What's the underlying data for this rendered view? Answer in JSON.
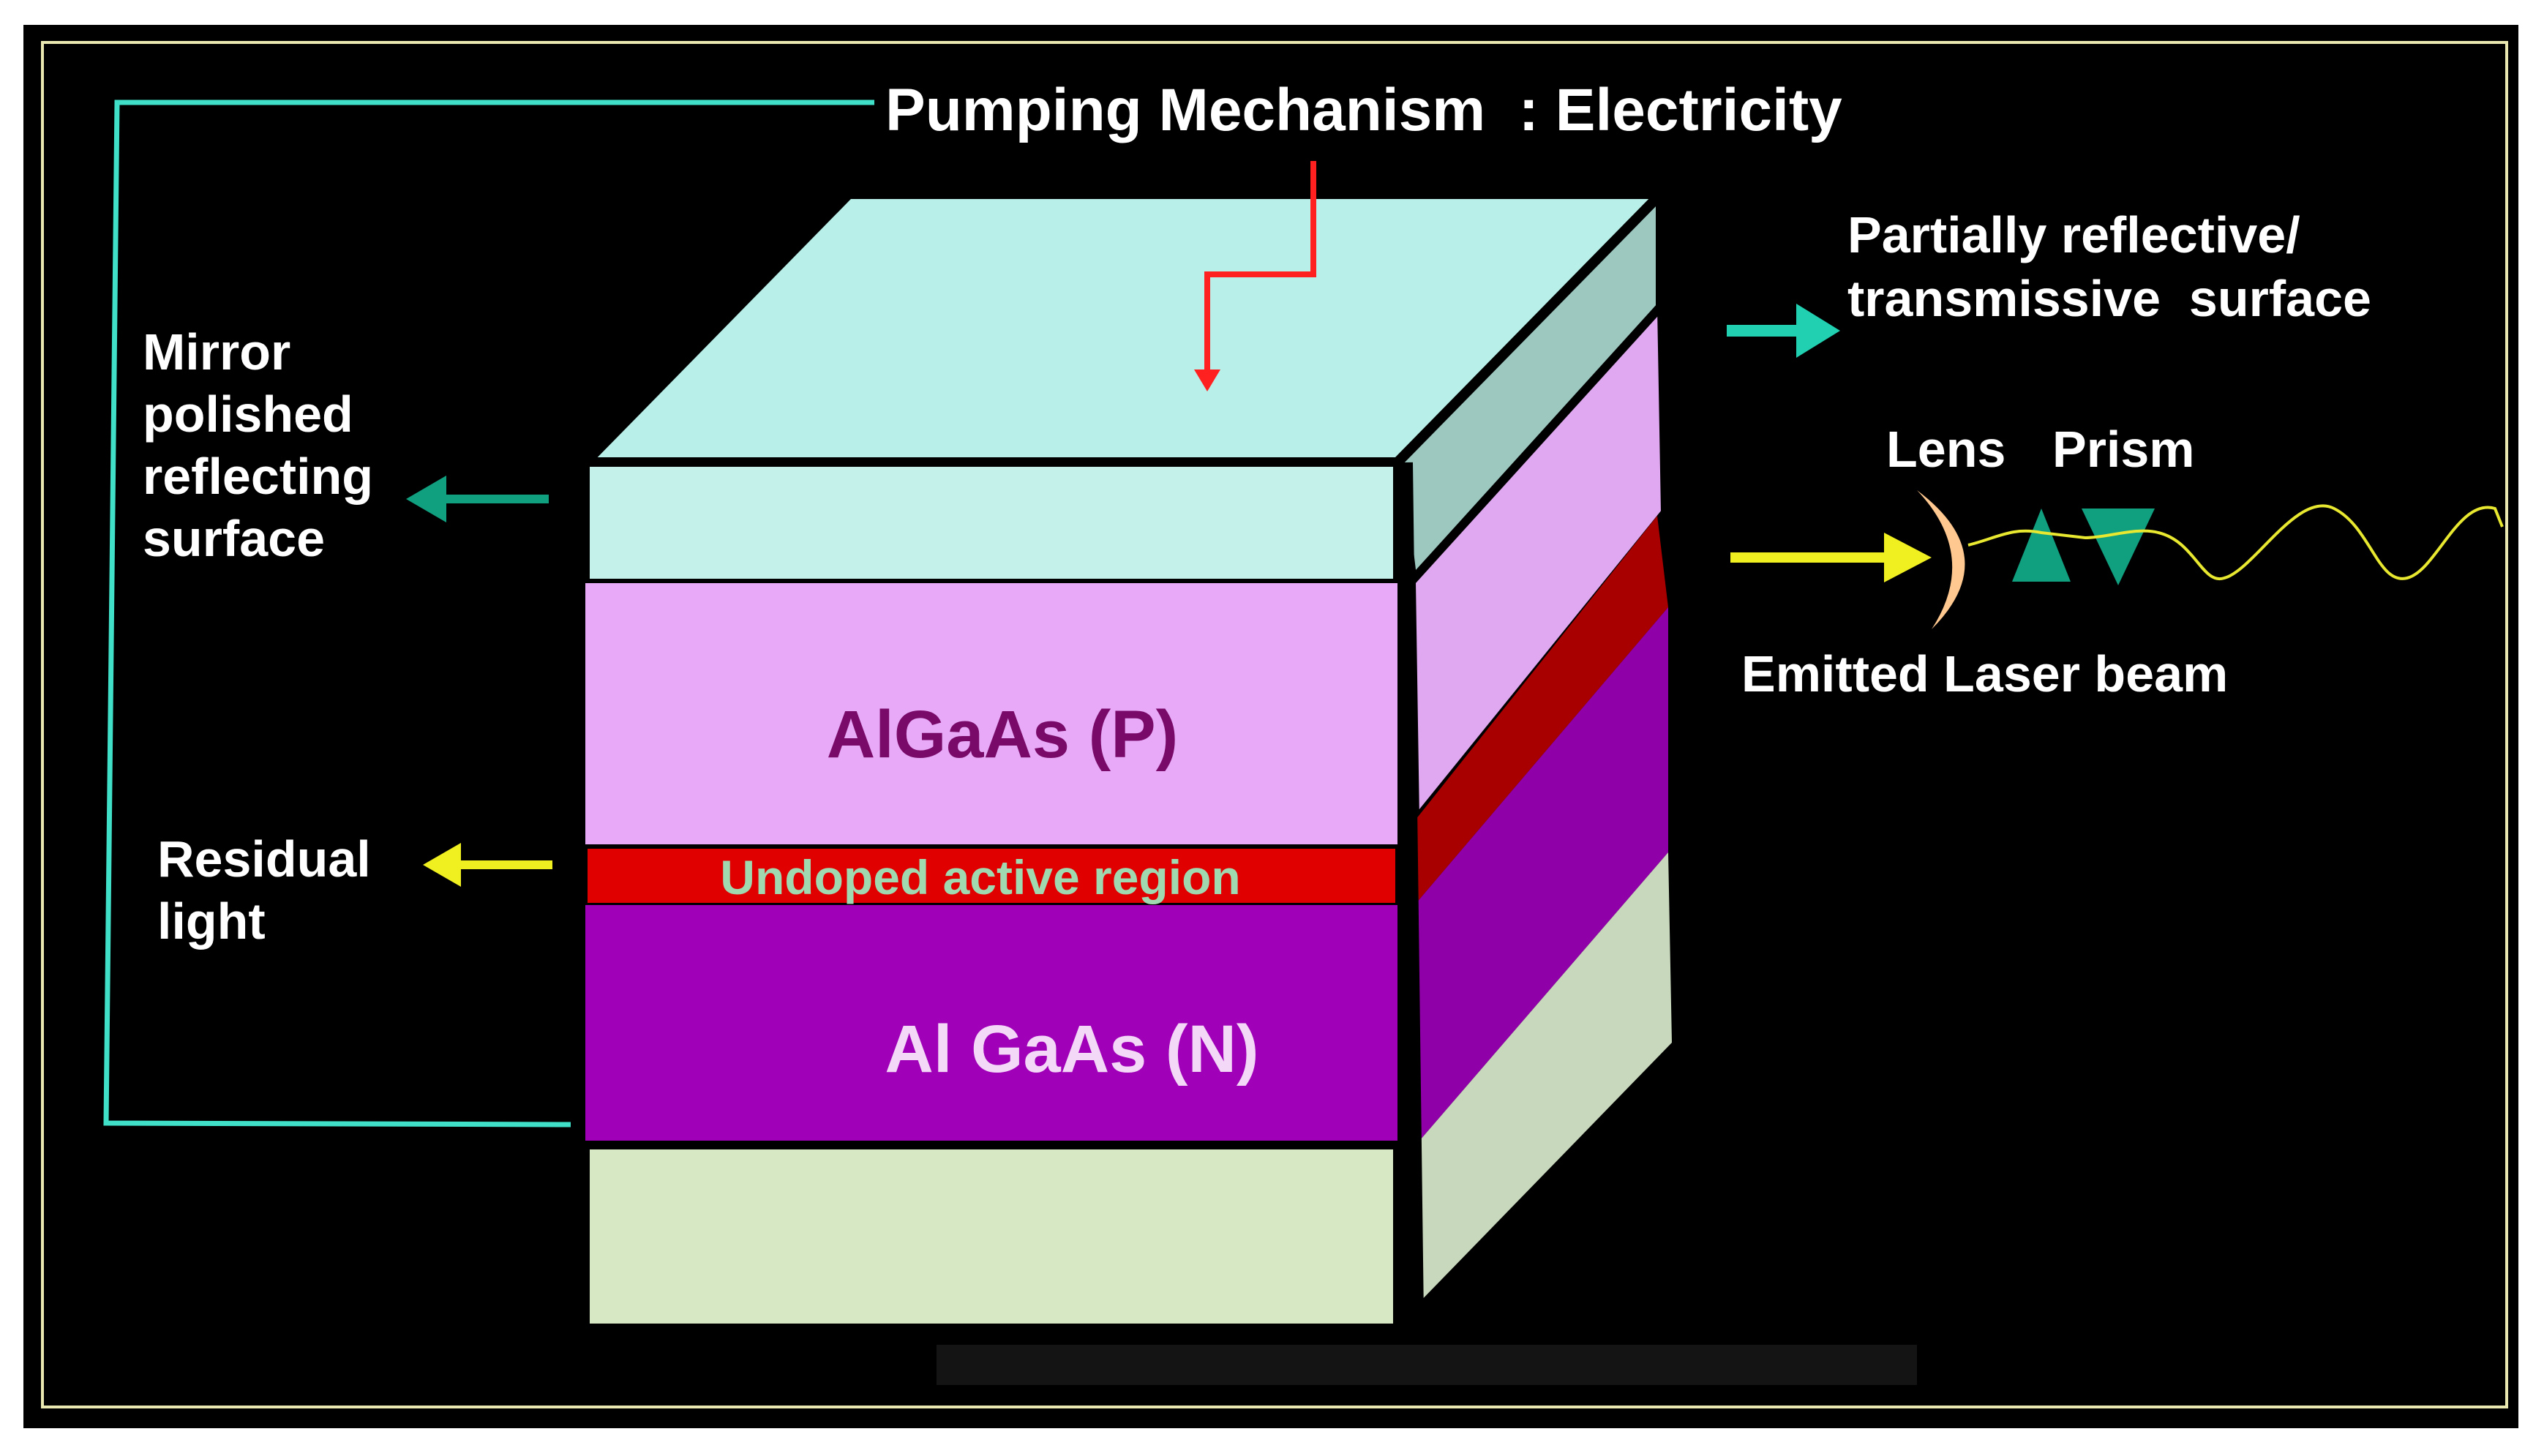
{
  "title": "Pumping Mechanism  : Electricity",
  "labels": {
    "mirror": [
      "Mirror",
      "polished",
      "reflecting",
      "surface"
    ],
    "residual": [
      "Residual",
      "light"
    ],
    "partial": [
      "Partially reflective/",
      "transmissive  surface"
    ],
    "lens": "Lens",
    "prism": "Prism",
    "emitted": "Emitted Laser beam"
  },
  "layers": {
    "p": "AlGaAs (P)",
    "active": "Undoped active region",
    "n": "Al GaAs (N)"
  },
  "colors": {
    "background": "#000000",
    "frame": "#ffffff",
    "inner_border": "#e8e8b0",
    "top_face": "#b8efe8",
    "layer_top": "#c4f2ea",
    "layer_p": "#e8aaf8",
    "layer_active": "#e00000",
    "layer_n": "#a000b8",
    "layer_bottom": "#d6e8c4",
    "side_top": "#9cc8c0",
    "side_p": "#e0a8f0",
    "side_active": "#a80000",
    "side_n": "#9000a8",
    "side_bottom": "#c8d8bc",
    "teal_arrow": "#20d0b0",
    "dark_teal_arrow": "#10a080",
    "yellow_arrow": "#f0f020",
    "pump_arrow": "#ff2020",
    "lens": "#ffc890",
    "prism": "#10a080",
    "wave": "#e8e830",
    "text_p": "#7a0a6a",
    "text_active": "#a0d8b0",
    "text_n": "#f4d8f8"
  }
}
